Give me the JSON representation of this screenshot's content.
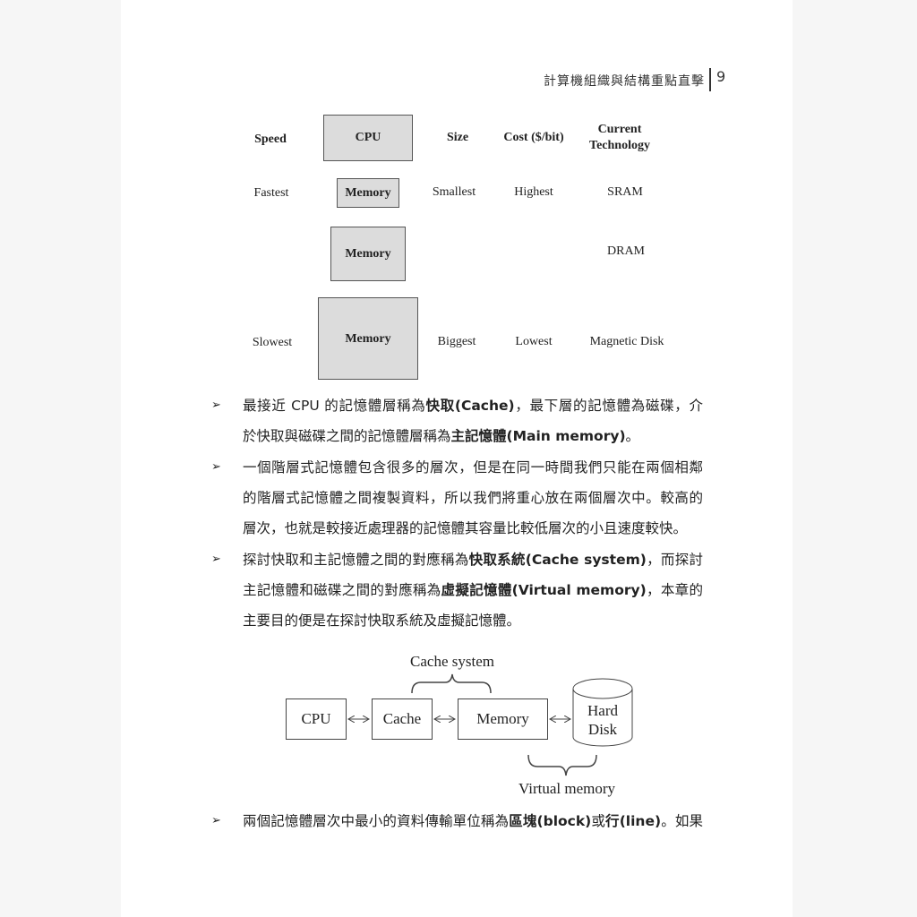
{
  "header": {
    "book_title": "計算機組織與結構重點直擊",
    "page_number": "9"
  },
  "hierarchy": {
    "headers": {
      "speed": "Speed",
      "cpu": "CPU",
      "size": "Size",
      "cost": "Cost ($/bit)",
      "technology_line1": "Current",
      "technology_line2": "Technology"
    },
    "rows": [
      {
        "speed": "Fastest",
        "box": "Memory",
        "size": "Smallest",
        "cost": "Highest",
        "technology": "SRAM"
      },
      {
        "speed": "",
        "box": "Memory",
        "size": "",
        "cost": "",
        "technology": "DRAM"
      },
      {
        "speed": "Slowest",
        "box": "Memory",
        "size": "Biggest",
        "cost": "Lowest",
        "technology": "Magnetic Disk"
      }
    ]
  },
  "bullets": [
    {
      "lines": [
        [
          {
            "t": "最接近 CPU 的記憶體層稱為"
          },
          {
            "t": "快取",
            "b": true
          },
          {
            "t": "(Cache)",
            "b": true
          },
          {
            "t": "，最下層的記憶體為磁碟，介"
          }
        ],
        [
          {
            "t": "於快取與磁碟之間的記憶體層稱為"
          },
          {
            "t": "主記憶體",
            "b": true
          },
          {
            "t": "(Main memory)",
            "b": true
          },
          {
            "t": "。"
          }
        ]
      ]
    },
    {
      "lines": [
        [
          {
            "t": "一個階層式記憶體包含很多的層次，但是在同一時間我們只能在兩個相鄰"
          }
        ],
        [
          {
            "t": "的階層式記憶體之間複製資料，所以我們將重心放在兩個層次中。較高的"
          }
        ],
        [
          {
            "t": "層次，也就是較接近處理器的記憶體其容量比較低層次的小且速度較快。"
          }
        ]
      ]
    },
    {
      "lines": [
        [
          {
            "t": "探討快取和主記憶體之間的對應稱為"
          },
          {
            "t": "快取系統",
            "b": true
          },
          {
            "t": "(Cache system)",
            "b": true
          },
          {
            "t": "，而探討"
          }
        ],
        [
          {
            "t": "主記憶體和磁碟之間的對應稱為"
          },
          {
            "t": "虛擬記憶體",
            "b": true
          },
          {
            "t": "(Virtual memory)",
            "b": true
          },
          {
            "t": "，本章的"
          }
        ],
        [
          {
            "t": "主要目的便是在探討快取系統及虛擬記憶體。"
          }
        ]
      ]
    },
    {
      "lines": [
        [
          {
            "t": "兩個記憶體層次中最小的資料傳輸單位稱為"
          },
          {
            "t": "區塊",
            "b": true
          },
          {
            "t": "(block)",
            "b": true
          },
          {
            "t": "或"
          },
          {
            "t": "行",
            "b": true
          },
          {
            "t": "(line)",
            "b": true
          },
          {
            "t": "。如果"
          }
        ]
      ]
    }
  ],
  "bullet_symbol": "➢",
  "flow_diagram": {
    "cache_system_label": "Cache system",
    "virtual_memory_label": "Virtual memory",
    "cpu": "CPU",
    "cache": "Cache",
    "memory": "Memory",
    "disk_line1": "Hard",
    "disk_line2": "Disk"
  }
}
